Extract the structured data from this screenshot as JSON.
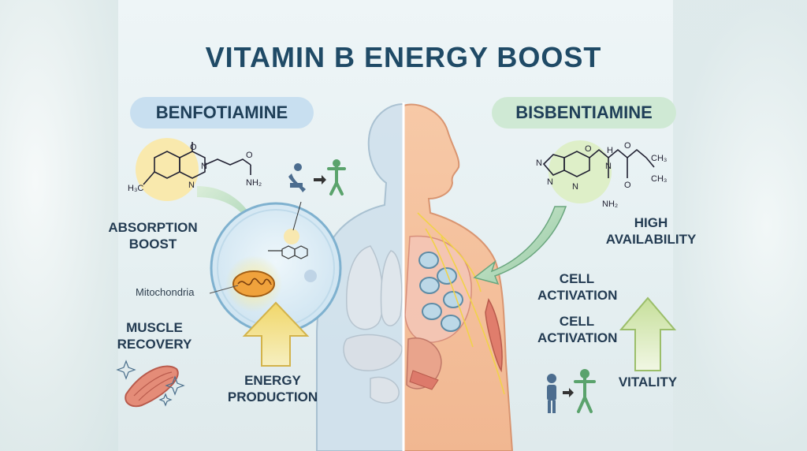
{
  "title": "VITAMIN B ENERGY BOOST",
  "left": {
    "pill": "BENFOTIAMINE",
    "absorption": [
      "ABSORPTION",
      "BOOST"
    ],
    "mitochondria": "Mitochondria",
    "muscle": [
      "MUSCLE",
      "RECOVERY"
    ],
    "energy": [
      "ENERGY",
      "PRODUCTION"
    ],
    "chem": {
      "ch3": "H₃C",
      "o": "O",
      "n1": "N",
      "n2": "N",
      "nh2": "NH₂"
    }
  },
  "right": {
    "pill": "BISBENTIAMINE",
    "availability": [
      "HIGH",
      "AVAILABILITY"
    ],
    "cell1": [
      "CELL",
      "ACTIVATION"
    ],
    "cell2": [
      "CELL",
      "ACTIVATION"
    ],
    "vitality": "VITALITY",
    "chem": {
      "n_a": "N",
      "n_b": "N",
      "n_c": "N",
      "o1": "O",
      "o2": "O",
      "o3": "O",
      "nh": "N",
      "h": "H",
      "nh2": "NH₂",
      "ch3a": "CH₃",
      "ch3b": "CH₃"
    }
  },
  "colors": {
    "title": "#1f4a66",
    "left_accent": "#c8dff0",
    "right_accent": "#cfe9d4",
    "arrow_green": "#8fc7a0",
    "glow": "#f3e38a"
  }
}
